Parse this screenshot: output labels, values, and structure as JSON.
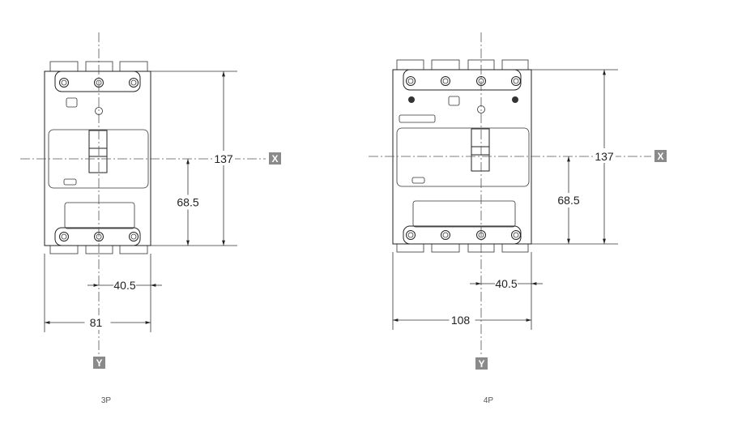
{
  "views": [
    {
      "caption": "3P",
      "height_dim": "137",
      "half_height_dim": "68.5",
      "half_width_dim": "40.5",
      "width_dim": "81",
      "x_axis": "X",
      "y_axis": "Y",
      "poles": 3
    },
    {
      "caption": "4P",
      "height_dim": "137",
      "half_height_dim": "68.5",
      "half_width_dim": "40.5",
      "width_dim": "108",
      "x_axis": "X",
      "y_axis": "Y",
      "poles": 4
    }
  ]
}
